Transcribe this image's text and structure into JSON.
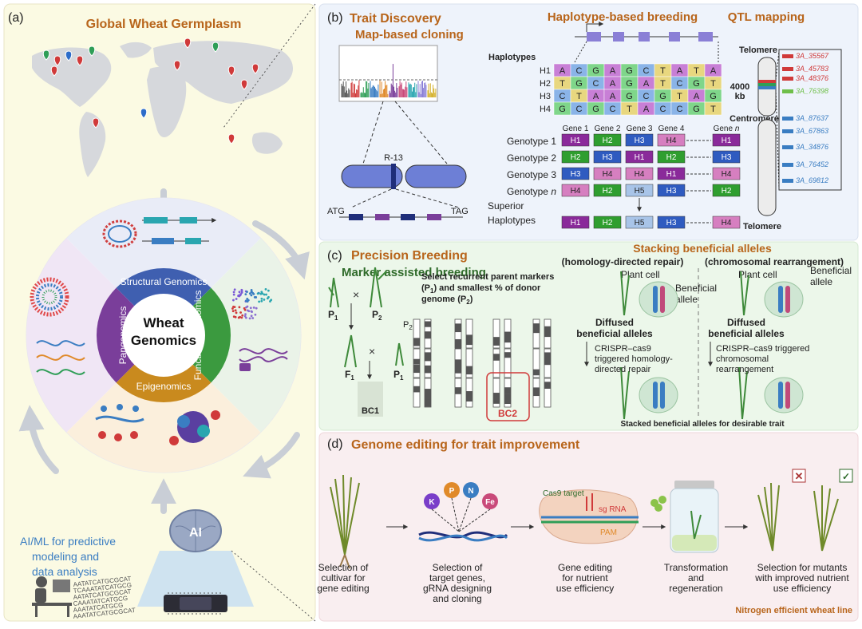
{
  "colors": {
    "panel_a": "#fbfae3",
    "panel_b": "#eef3fb",
    "panel_c": "#ecf7ea",
    "panel_d": "#f9eef0",
    "accent_orange": "#b8651b",
    "accent_green": "#2f6b2a",
    "ai_blue": "#3a7dc2",
    "structural": "#3f5fb0",
    "functional": "#3b9a3f",
    "epigenomics": "#c98a1e",
    "pangenomics": "#7a3e9a",
    "arrow_gray": "#c9ced6"
  },
  "panel_a": {
    "label": "(a)",
    "title": "Global Wheat Germplasm",
    "center": [
      "Wheat",
      "Genomics"
    ],
    "sectors": [
      "Structural Genomics",
      "Functional Genomics",
      "Epigenomics",
      "Pangenomics"
    ],
    "ai_text": [
      "AI/ML for predictive",
      "modeling and",
      "data analysis"
    ],
    "ai_label": "AI",
    "dna_text": [
      "AATATCATGCGCAT",
      "TCAAATATCATGCG",
      "AATATCATGCGCAT",
      "CAAATATCATGCG",
      "AAATATCATGCG",
      "AAATATCATGCGCAT"
    ],
    "pin_colors": [
      "#2f9e57",
      "#d03a3a",
      "#2d6cc9",
      "#d03a3a",
      "#2f9e57",
      "#d03a3a",
      "#d03a3a",
      "#2f9e57",
      "#d03a3a",
      "#d03a3a",
      "#d03a3a",
      "#d03a3a",
      "#d03a3a",
      "#2d6cc9",
      "#d03a3a"
    ]
  },
  "panel_b": {
    "label": "(b)",
    "title": "Trait Discovery",
    "subtitle": "Map-based cloning",
    "locus": "R-13",
    "atg": "ATG",
    "tag": "TAG",
    "hap_title": "Haplotype-based breeding",
    "haplotypes_label": "Haplotypes",
    "hap_rows": [
      {
        "name": "H1",
        "seq": [
          "A",
          "C",
          "G",
          "A",
          "G",
          "C",
          "T",
          "A",
          "T",
          "A"
        ]
      },
      {
        "name": "H2",
        "seq": [
          "T",
          "G",
          "C",
          "A",
          "G",
          "A",
          "T",
          "C",
          "G",
          "T"
        ]
      },
      {
        "name": "H3",
        "seq": [
          "C",
          "T",
          "A",
          "A",
          "G",
          "C",
          "G",
          "T",
          "A",
          "G"
        ]
      },
      {
        "name": "H4",
        "seq": [
          "G",
          "C",
          "G",
          "C",
          "T",
          "A",
          "C",
          "C",
          "G",
          "T"
        ]
      }
    ],
    "genes": [
      "Gene 1",
      "Gene 2",
      "Gene 3",
      "Gene 4",
      "Gene"
    ],
    "gene_n": "n",
    "genotypes": [
      {
        "name": "Genotype 1",
        "haps": [
          "H1",
          "H2",
          "H3",
          "H4",
          "H1"
        ]
      },
      {
        "name": "Genotype 2",
        "haps": [
          "H2",
          "H3",
          "H1",
          "H2",
          "H3"
        ]
      },
      {
        "name": "Genotype 3",
        "haps": [
          "H3",
          "H4",
          "H4",
          "H1",
          "H4"
        ]
      },
      {
        "name": "Genotype",
        "haps": [
          "H4",
          "H2",
          "H5",
          "H3",
          "H2"
        ]
      }
    ],
    "genotype_n": "n",
    "superior": [
      "Superior",
      "Haplotypes"
    ],
    "superior_haps": [
      "H1",
      "H2",
      "H5",
      "H3",
      "H4"
    ],
    "qtl_title": "QTL mapping",
    "telomere": "Telomere",
    "centromere": "Centromere",
    "size": [
      "4000",
      "kb"
    ],
    "markers_red": [
      "3A_35567",
      "3A_45783",
      "3A_48376"
    ],
    "marker_green": "3A_76398",
    "markers_blue": [
      "3A_87637",
      "3A_67863",
      "3A_34876",
      "3A_76452",
      "3A_69812"
    ]
  },
  "panel_c": {
    "label": "(c)",
    "title": "Precision Breeding",
    "mab_title": "Marker assisted breeding",
    "select_text": [
      "Select recurrent parent markers",
      "(P",
      "1",
      ") and smallest % of donor",
      "genome (P",
      "2",
      ")"
    ],
    "p1": "P",
    "p2": "P",
    "f1": "F",
    "bc1": "BC1",
    "bc2": "BC2",
    "stack_title": "Stacking beneficial alleles",
    "hdr": "(homology-directed repair)",
    "crr": "(chromosomal rearrangement)",
    "plant_cell": "Plant cell",
    "beneficial": [
      "Beneficial",
      "allele"
    ],
    "diffused": [
      "Diffused",
      "beneficial alleles"
    ],
    "crispr_hdr": [
      "CRISPR–cas9",
      "triggered homology-",
      "directed repair"
    ],
    "crispr_crr": [
      "CRISPR–cas9 triggered",
      "chromosomal",
      "rearrangement"
    ],
    "stacked": "Stacked beneficial alleles for desirable trait"
  },
  "panel_d": {
    "label": "(d)",
    "title": "Genome editing for trait improvement",
    "nutrients": [
      "K",
      "P",
      "N",
      "Fe"
    ],
    "cas9_target": "Cas9 target",
    "sg_rna": "sg RNA",
    "pam": "PAM",
    "steps": [
      [
        "Selection of",
        "cultivar for",
        "gene editing"
      ],
      [
        "Selection of",
        "target genes,",
        "gRNA designing",
        "and cloning"
      ],
      [
        "Gene editing",
        "for nutrient",
        "use efficiency"
      ],
      [
        "Transformation",
        "and",
        "regeneration"
      ],
      [
        "Selection for mutants",
        "with improved nutrient",
        "use efficiency"
      ]
    ],
    "footer": "Nitrogen efficient wheat line"
  }
}
